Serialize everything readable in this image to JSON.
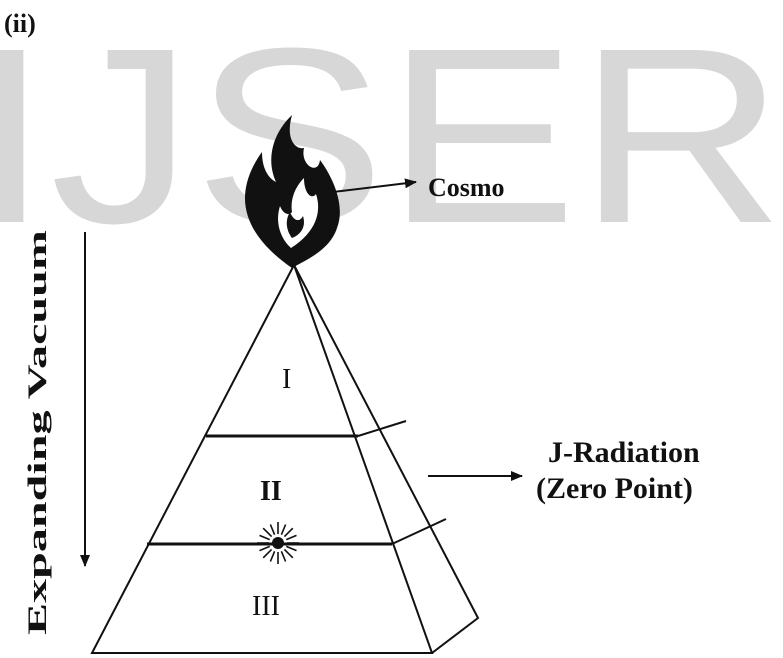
{
  "figure": {
    "label": "(ii)",
    "watermark": "IJSER"
  },
  "labels": {
    "cosmo": "Cosmo",
    "j_radiation_line1": "J-Radiation",
    "j_radiation_line2": "(Zero Point)",
    "expanding_vacuum": "Expanding Vacuum"
  },
  "sections": {
    "top": "I",
    "middle": "II",
    "bottom": "III"
  },
  "colors": {
    "ink": "#111111",
    "watermark": "#d7d7d7",
    "background": "#ffffff"
  },
  "icons": {
    "flame": "flame-icon",
    "burst": "radiating-point-icon"
  }
}
